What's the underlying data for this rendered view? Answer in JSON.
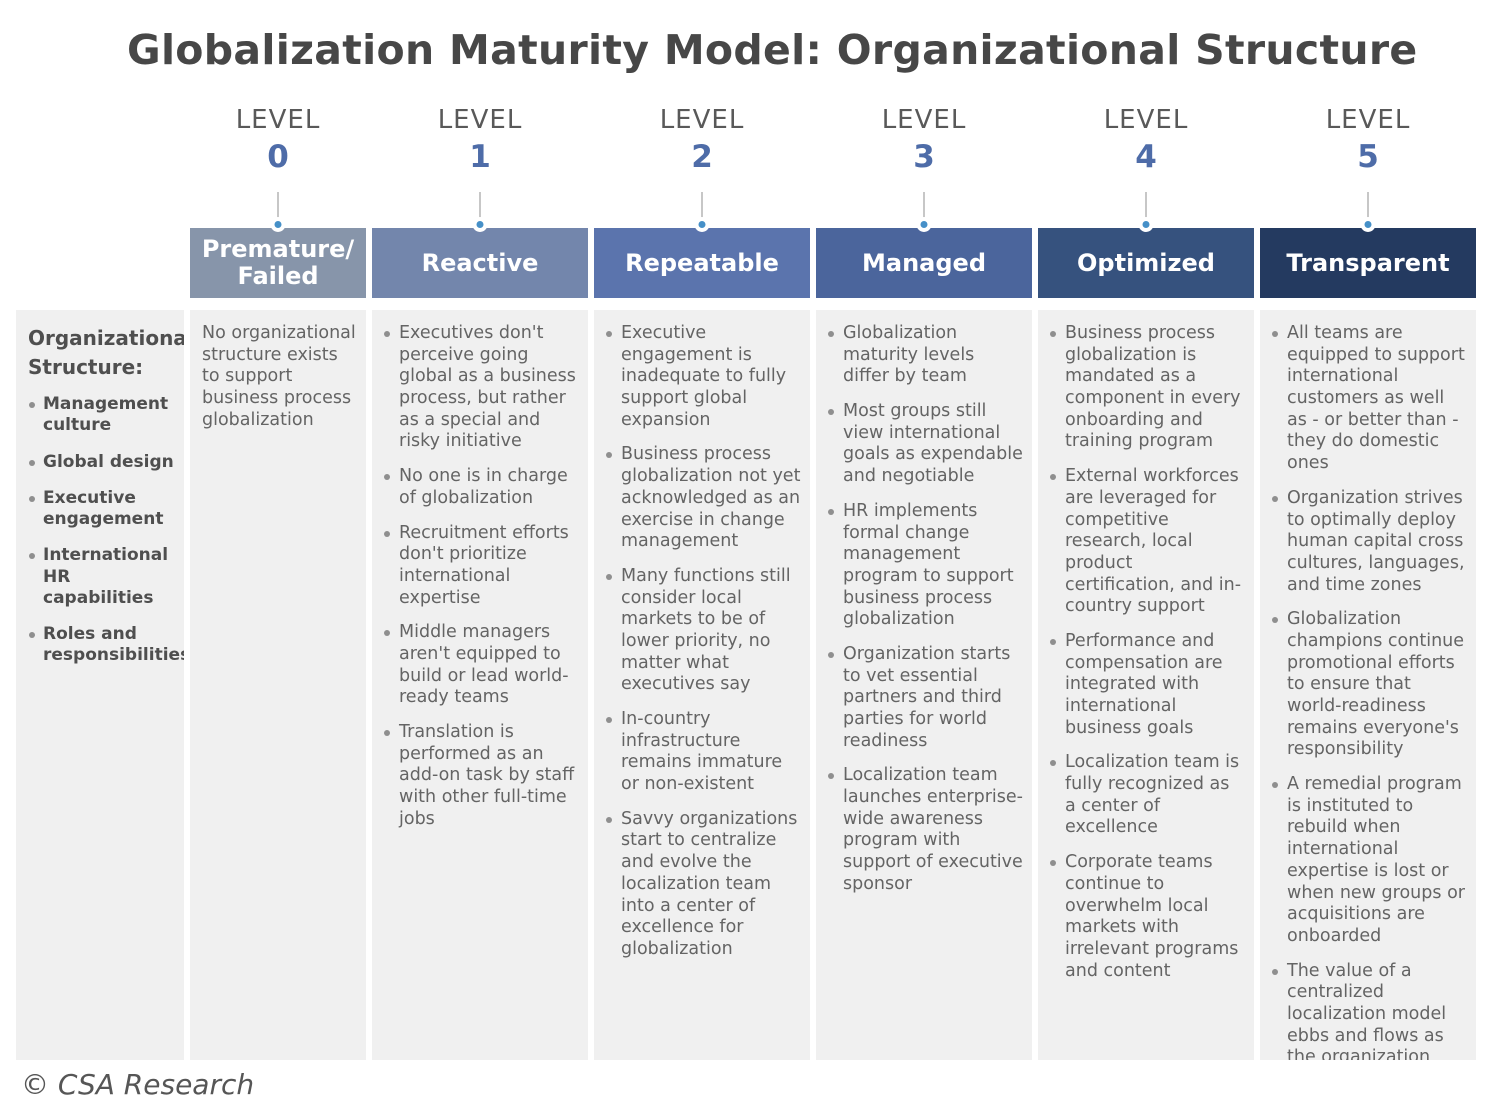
{
  "title": "Globalization Maturity Model: Organizational Structure",
  "footer": "© CSA Research",
  "level_word": "LEVEL",
  "colors": {
    "dot": "#4690c8",
    "number": "#4e6ca8",
    "level0_header": "#8795aa",
    "level1_header": "#7386ac",
    "level2_header": "#5b74ad",
    "level3_header": "#4b659c",
    "level4_header": "#36527e",
    "level5_header": "#243a60"
  },
  "sidebar": {
    "heading": "Organizational Structure:",
    "items": [
      "Management culture",
      "Global design",
      "Executive engagement",
      "International HR capabilities",
      "Roles and responsibilities"
    ]
  },
  "levels": [
    {
      "number": "0",
      "name": "Premature/ Failed",
      "color": "#8795aa",
      "items": [
        "No organizational structure exists to support business process globalization"
      ]
    },
    {
      "number": "1",
      "name": "Reactive",
      "color": "#7386ac",
      "items": [
        "Executives don't perceive going global as a business process, but rather as a special and risky initiative",
        "No one is in charge of globalization",
        "Recruitment efforts don't prioritize international expertise",
        "Middle managers aren't equipped to build or lead world-ready teams",
        "Translation is performed as an add-on task by staff with other full-time jobs"
      ]
    },
    {
      "number": "2",
      "name": "Repeatable",
      "color": "#5b74ad",
      "items": [
        "Executive engagement is inadequate to fully support global expansion",
        "Business process globalization not yet acknowledged as an exercise in change management",
        "Many functions still consider local markets to be of lower priority, no matter what executives say",
        "In-country infrastructure remains immature or non-existent",
        "Savvy organizations start to centralize and evolve the localization team into a center of excellence for globalization"
      ]
    },
    {
      "number": "3",
      "name": "Managed",
      "color": "#4b659c",
      "items": [
        "Globalization maturity levels differ by team",
        "Most groups still view international goals as expendable and negotiable",
        "HR implements formal change management program to support business process globalization",
        "Organization starts to vet essential partners and third parties for world readiness",
        "Localization team launches enterprise-wide awareness program with support of executive sponsor"
      ]
    },
    {
      "number": "4",
      "name": "Optimized",
      "color": "#36527e",
      "items": [
        "Business process globalization is mandated as a component in every onboarding and training program",
        "External workforces are leveraged for competitive research, local product certification, and in-country support",
        "Performance and compensation are integrated with international business goals",
        "Localization team is fully recognized as a center of excellence",
        "Corporate teams continue to overwhelm local markets with irrelevant programs and content"
      ]
    },
    {
      "number": "5",
      "name": "Transparent",
      "color": "#243a60",
      "items": [
        "All teams are equipped to support international customers as well as - or better than - they do domestic ones",
        "Organization strives to optimally deploy human capital cross cultures, languages, and time zones",
        "Globalization champions continue promotional efforts to ensure that world-readiness remains everyone's responsibility",
        "A remedial program is instituted to rebuild when international expertise is lost or when new groups or acquisitions are onboarded",
        "The value of a centralized localization model ebbs and flows as the organization evolves"
      ]
    }
  ]
}
